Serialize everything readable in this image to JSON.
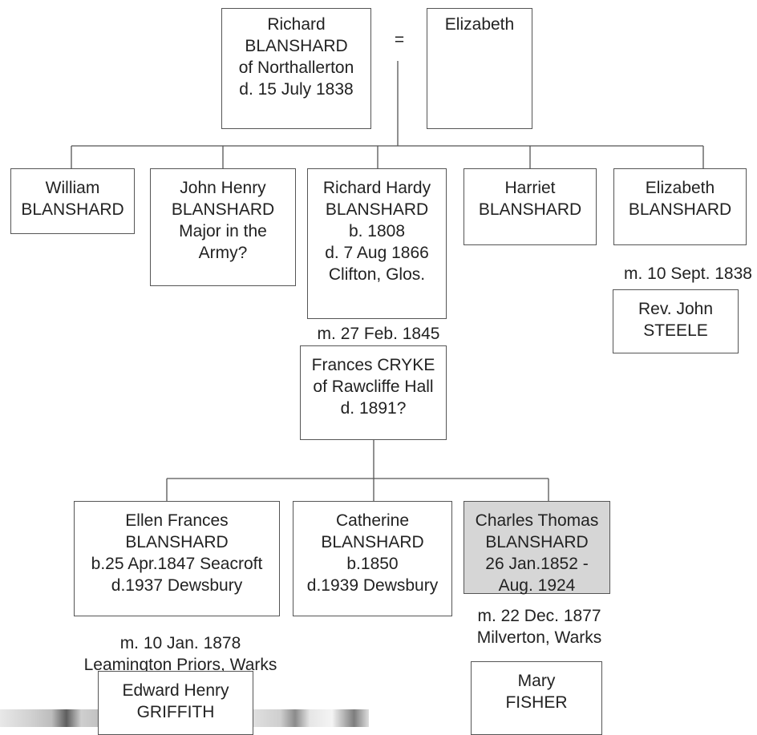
{
  "root": {
    "father": [
      "Richard",
      "BLANSHARD",
      "of Northallerton",
      "d. 15 July 1838"
    ],
    "marriage_symbol": "=",
    "mother": [
      "Elizabeth"
    ]
  },
  "children": {
    "william": [
      "William",
      "BLANSHARD"
    ],
    "john_henry": [
      "John Henry",
      "BLANSHARD",
      "Major in the",
      "Army?"
    ],
    "richard_hardy": [
      "Richard Hardy",
      "BLANSHARD",
      "b. 1808",
      "d. 7 Aug 1866",
      "Clifton, Glos."
    ],
    "harriet": [
      "Harriet",
      "BLANSHARD"
    ],
    "elizabeth": [
      "Elizabeth",
      "BLANSHARD"
    ]
  },
  "elizabeth_marriage": {
    "label": "m. 10 Sept. 1838",
    "spouse": [
      "Rev. John",
      "STEELE"
    ]
  },
  "richard_marriage": {
    "label": "m. 27 Feb. 1845",
    "spouse": [
      "Frances CRYKE",
      "of Rawcliffe Hall",
      "d. 1891?"
    ]
  },
  "grandchildren": {
    "ellen": [
      "Ellen Frances",
      "BLANSHARD",
      "b.25 Apr.1847 Seacroft",
      "d.1937 Dewsbury"
    ],
    "catherine": [
      "Catherine",
      "BLANSHARD",
      "b.1850",
      "d.1939 Dewsbury"
    ],
    "charles": [
      "Charles Thomas",
      "BLANSHARD",
      "26 Jan.1852 -",
      "Aug. 1924"
    ]
  },
  "ellen_marriage": {
    "label": [
      "m. 10 Jan. 1878",
      "Leamington Priors, Warks"
    ],
    "spouse": [
      "Edward Henry",
      "GRIFFITH"
    ]
  },
  "charles_marriage": {
    "label": [
      "m. 22 Dec. 1877",
      "Milverton, Warks"
    ],
    "spouse": [
      "Mary",
      "FISHER"
    ]
  },
  "colors": {
    "line": "#555555",
    "box_background": "#ffffff",
    "highlight_background": "#d6d6d6",
    "text": "#222222"
  }
}
